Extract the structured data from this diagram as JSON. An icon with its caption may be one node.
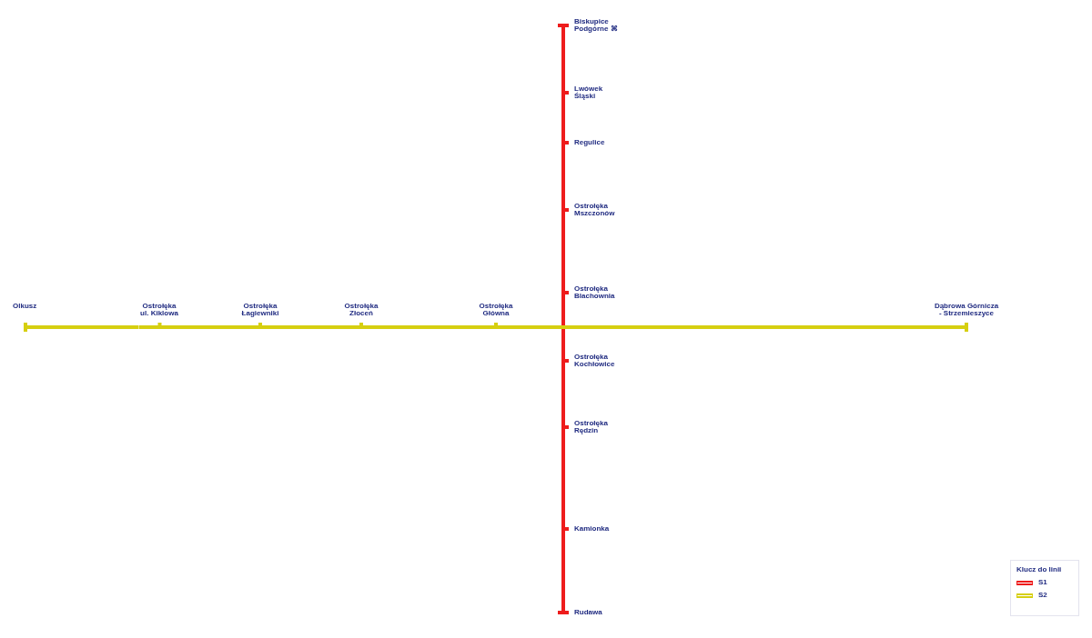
{
  "diagram": {
    "nodes": [
      {
        "text": [
          "Biskupice Podgórne ⌘"
        ]
      },
      {
        "text": [
          "Lwówek Śląski"
        ]
      },
      {
        "text": [
          "Regulice"
        ]
      },
      {
        "text": [
          "Ostrołęka Mszczonów"
        ]
      },
      {
        "text": [
          "Ostrołęka Blachownia"
        ]
      },
      {
        "text": [
          "Olkusz"
        ]
      },
      {
        "text": [
          "Ostrołęka ul. Kiklowa"
        ]
      },
      {
        "text": [
          "Ostrołęka Łagiewniki"
        ]
      },
      {
        "text": [
          "Ostrołęka Złoceń"
        ]
      },
      {
        "text": [
          "Ostrołęka Główna"
        ]
      },
      {
        "text": [
          "Dąbrowa Górnicza - Strzemieszyce"
        ]
      },
      {
        "text": [
          "Ostrołęka Kochłowice"
        ]
      },
      {
        "text": [
          "Ostrołęka Rędzin"
        ]
      },
      {
        "text": [
          "Kamionka"
        ]
      },
      {
        "text": [
          "Rudawa"
        ]
      }
    ],
    "edges": [
      {
        "from": 0,
        "to": 1,
        "arrow": "none"
      },
      {
        "from": 1,
        "to": 2,
        "arrow": "none"
      },
      {
        "from": 2,
        "to": 3,
        "arrow": "none"
      },
      {
        "from": 3,
        "to": 4,
        "arrow": "none"
      },
      {
        "from": 4,
        "to": 11,
        "arrow": "none"
      },
      {
        "from": 11,
        "to": 12,
        "arrow": "none"
      },
      {
        "from": 12,
        "to": 13,
        "arrow": "none"
      },
      {
        "from": 13,
        "to": 14,
        "arrow": "none"
      },
      {
        "from": 5,
        "to": 6,
        "arrow": "none",
        "color": "#d6cf10"
      },
      {
        "from": 6,
        "to": 7,
        "arrow": "none",
        "color": "#d6cf10"
      },
      {
        "from": 7,
        "to": 8,
        "arrow": "none",
        "color": "#d6cf10"
      },
      {
        "from": 8,
        "to": 9,
        "arrow": "none",
        "color": "#d6cf10"
      },
      {
        "from": 9,
        "to": 10,
        "arrow": "none",
        "color": "#d6cf10"
      }
    ],
    "legend": [
      {
        "text": "Klucz do linii"
      },
      {
        "text": "S1",
        "color": "#ee1c1c"
      },
      {
        "text": "S2",
        "color": "#d6cf10"
      }
    ]
  }
}
